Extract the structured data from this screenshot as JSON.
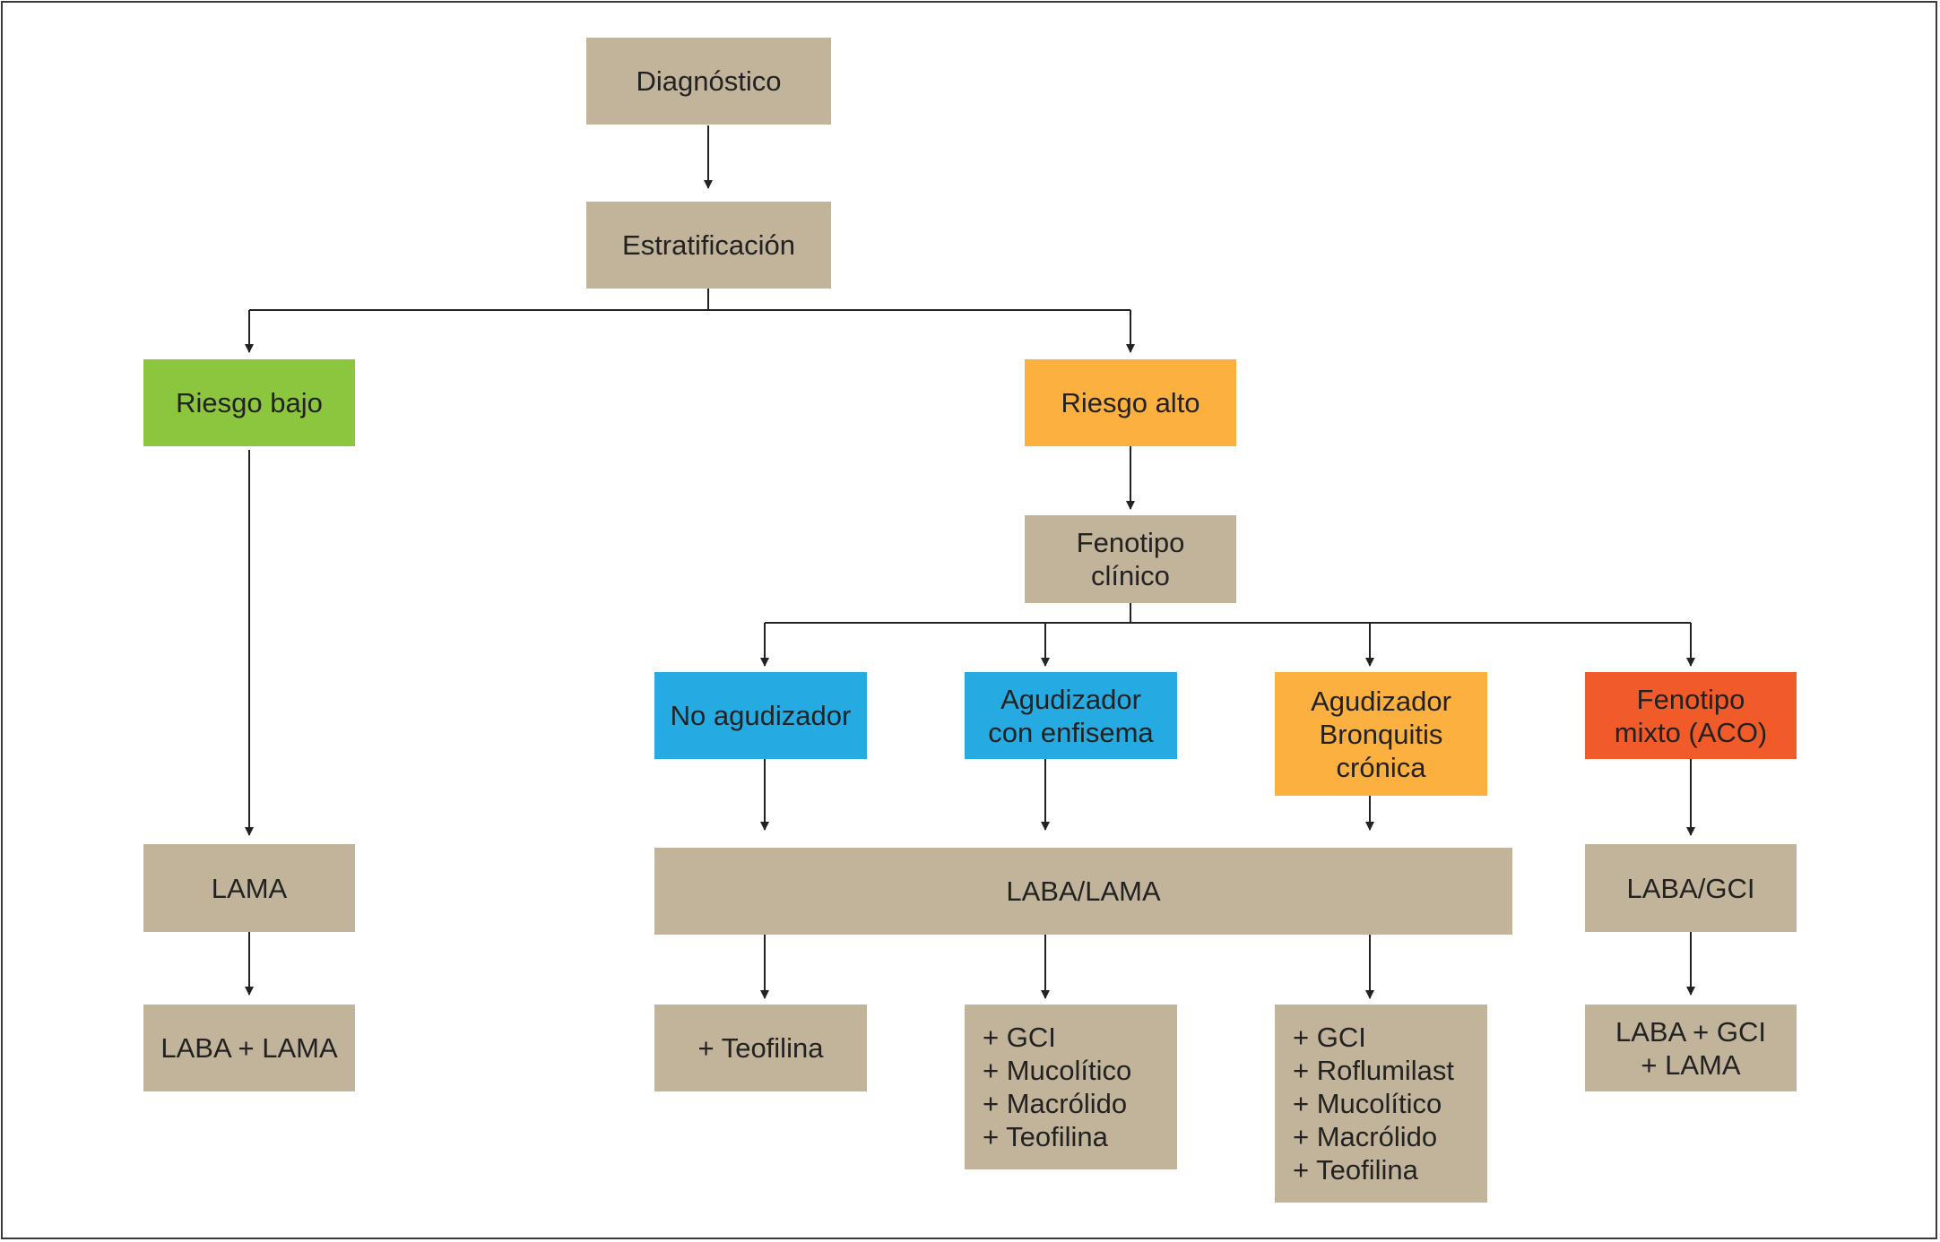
{
  "colors": {
    "neutral": "#c2b49b",
    "green": "#8cc63f",
    "orange": "#fbb040",
    "blue": "#25aae1",
    "red": "#f15a29",
    "line": "#222222"
  },
  "nodes": {
    "diagnostico": "Diagnóstico",
    "estratificacion": "Estratificación",
    "riesgo_bajo": "Riesgo bajo",
    "riesgo_alto": "Riesgo alto",
    "fenotipo_clinico": "Fenotipo\nclínico",
    "no_agudizador": "No agudizador",
    "agudizador_enfisema": "Agudizador\ncon enfisema",
    "agudizador_bronquitis": "Agudizador\nBronquitis\ncrónica",
    "fenotipo_mixto": "Fenotipo\nmixto (ACO)",
    "lama": "LAMA",
    "laba_lama": "LABA/LAMA",
    "laba_gci": "LABA/GCI",
    "laba_plus_lama": "LABA + LAMA",
    "teofilina": "+ Teofilina",
    "enfisema_tx": "+ GCI\n+ Mucolítico\n+ Macrólido\n+ Teofilina",
    "bronquitis_tx": "+ GCI\n+ Roflumilast\n+ Mucolítico\n+ Macrólido\n+ Teofilina",
    "mixto_tx": "LABA + GCI\n+ LAMA"
  }
}
